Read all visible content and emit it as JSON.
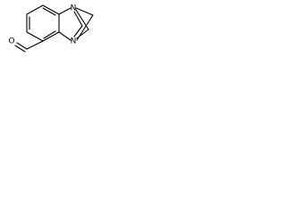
{
  "molecule": {
    "atoms": {
      "n1": {
        "label": "N"
      },
      "n2": {
        "label": "N"
      },
      "o1": {
        "label": "O"
      }
    },
    "colors": {
      "bond": "#000000",
      "background": "#ffffff"
    }
  }
}
